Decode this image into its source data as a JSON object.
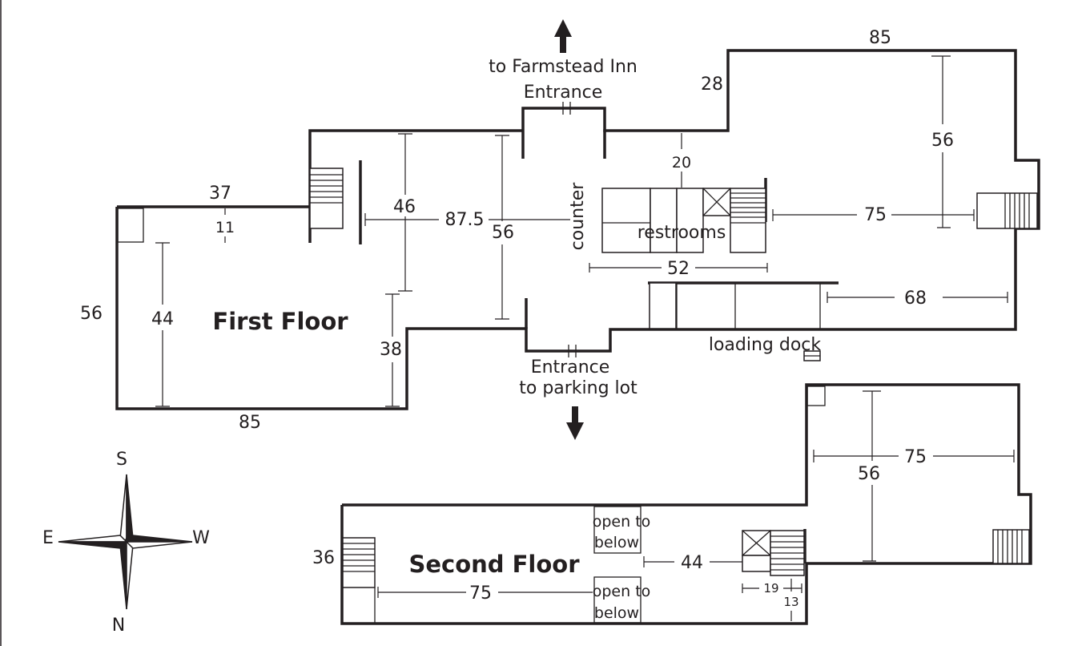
{
  "labels": {
    "to_inn": "to Farmstead Inn",
    "entrance_top": "Entrance",
    "entrance_bottom": "Entrance",
    "to_parking": "to parking lot",
    "first_floor": "First Floor",
    "second_floor": "Second Floor",
    "counter": "counter",
    "restrooms": "restrooms",
    "loading_dock": "loading dock",
    "open_below_1a": "open to",
    "open_below_1b": "below",
    "open_below_2a": "open to",
    "open_below_2b": "below"
  },
  "dimensions": {
    "first_floor": {
      "top_right_width": "85",
      "top_right_offset": "28",
      "left_wing_top": "37",
      "left_wing_notch": "11",
      "left_wing_outer_height": "56",
      "left_wing_inner_height": "44",
      "left_wing_bottom": "85",
      "hall_height": "46",
      "hall_length": "87.5",
      "lobby_height": "56",
      "corridor_height": "38",
      "restroom_offset": "20",
      "east_room_height": "56",
      "east_room_width": "75",
      "restroom_width": "52",
      "loading_width": "68"
    },
    "second_floor": {
      "left_height": "36",
      "wing_width": "75",
      "wing_height": "56",
      "mid_length": "44",
      "bottom_length": "75",
      "stair_width": "19",
      "stair_depth": "13"
    }
  },
  "compass": {
    "north": "N",
    "south": "S",
    "east": "E",
    "west": "W"
  }
}
